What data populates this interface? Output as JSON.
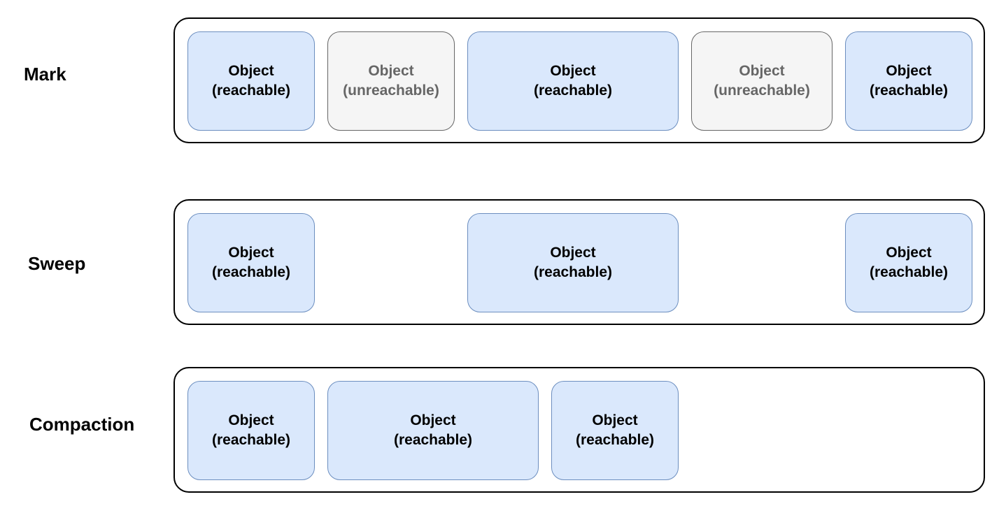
{
  "colors": {
    "reachable_fill": "#dae8fc",
    "reachable_stroke": "#6c8ebf",
    "unreachable_fill": "#f5f5f5",
    "unreachable_stroke": "#666666",
    "container_stroke": "#000000"
  },
  "phases": [
    {
      "label": "Mark",
      "objects": [
        {
          "title": "Object",
          "state": "(reachable)"
        },
        {
          "title": "Object",
          "state": "(unreachable)"
        },
        {
          "title": "Object",
          "state": "(reachable)"
        },
        {
          "title": "Object",
          "state": "(unreachable)"
        },
        {
          "title": "Object",
          "state": "(reachable)"
        }
      ]
    },
    {
      "label": "Sweep",
      "objects": [
        {
          "title": "Object",
          "state": "(reachable)"
        },
        {
          "title": "Object",
          "state": "(reachable)"
        },
        {
          "title": "Object",
          "state": "(reachable)"
        }
      ]
    },
    {
      "label": "Compaction",
      "objects": [
        {
          "title": "Object",
          "state": "(reachable)"
        },
        {
          "title": "Object",
          "state": "(reachable)"
        },
        {
          "title": "Object",
          "state": "(reachable)"
        }
      ]
    }
  ]
}
